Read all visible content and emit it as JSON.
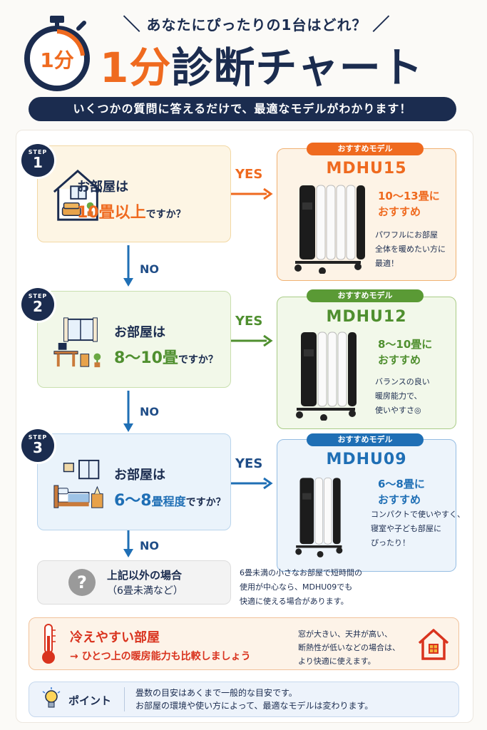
{
  "header": {
    "subtitle": "あなたにぴったりの1台はどれ？",
    "stopwatch_label": "1分",
    "title_orange": "1分",
    "title_dark": "診断チャート",
    "banner": "いくつかの質問に答えるだけで、最適なモデルがわかります！"
  },
  "steps": [
    {
      "step_label": "STEP",
      "step_num": "1",
      "q_line1": "お部屋は",
      "q_highlight": "10畳以上",
      "q_suffix": "ですか？",
      "yes": "YES",
      "no": "NO",
      "tag": "おすすめモデル",
      "model": "MDHU15",
      "rec_line1": "10〜13畳に",
      "rec_line2": "おすすめ",
      "desc": [
        "パワフルにお部屋",
        "全体を暖めたい方に",
        "最適！"
      ]
    },
    {
      "step_label": "STEP",
      "step_num": "2",
      "q_line1": "お部屋は",
      "q_highlight": "8〜10畳",
      "q_suffix": "ですか？",
      "yes": "YES",
      "no": "NO",
      "tag": "おすすめモデル",
      "model": "MDHU12",
      "rec_line1": "8〜10畳に",
      "rec_line2": "おすすめ",
      "desc": [
        "バランスの良い",
        "暖房能力で、",
        "使いやすさ◎"
      ]
    },
    {
      "step_label": "STEP",
      "step_num": "3",
      "q_line1": "お部屋は",
      "q_highlight": "6〜8",
      "q_highlight2": "畳程度",
      "q_suffix": "ですか？",
      "yes": "YES",
      "no": "NO",
      "tag": "おすすめモデル",
      "model": "MDHU09",
      "rec_line1": "6〜8畳に",
      "rec_line2": "おすすめ",
      "desc": [
        "コンパクトで使いやすく、",
        "寝室や子ども部屋に",
        "ぴったり！"
      ]
    }
  ],
  "other": {
    "icon": "?",
    "line1": "上記以外の場合",
    "line2": "（6畳未満など）",
    "note": [
      "6畳未満の小さなお部屋で短時間の",
      "使用が中心なら、MDHU09でも",
      "快適に使える場合があります。"
    ]
  },
  "cold": {
    "title": "冷えやすい部屋",
    "sub": "→ ひとつ上の暖房能力も比較しましょう",
    "note": [
      "窓が大きい、天井が高い、",
      "断熱性が低いなどの場合は、",
      "より快適に使えます。"
    ]
  },
  "point": {
    "label": "ポイント",
    "note": [
      "畳数の目安はあくまで一般的な目安です。",
      "お部屋の環境や使い方によって、最適なモデルは変わります。"
    ]
  },
  "colors": {
    "navy": "#1b2c4f",
    "orange": "#ef6a1f",
    "green": "#4f8f2f",
    "blue": "#1f6fb5",
    "red": "#d9331e"
  }
}
